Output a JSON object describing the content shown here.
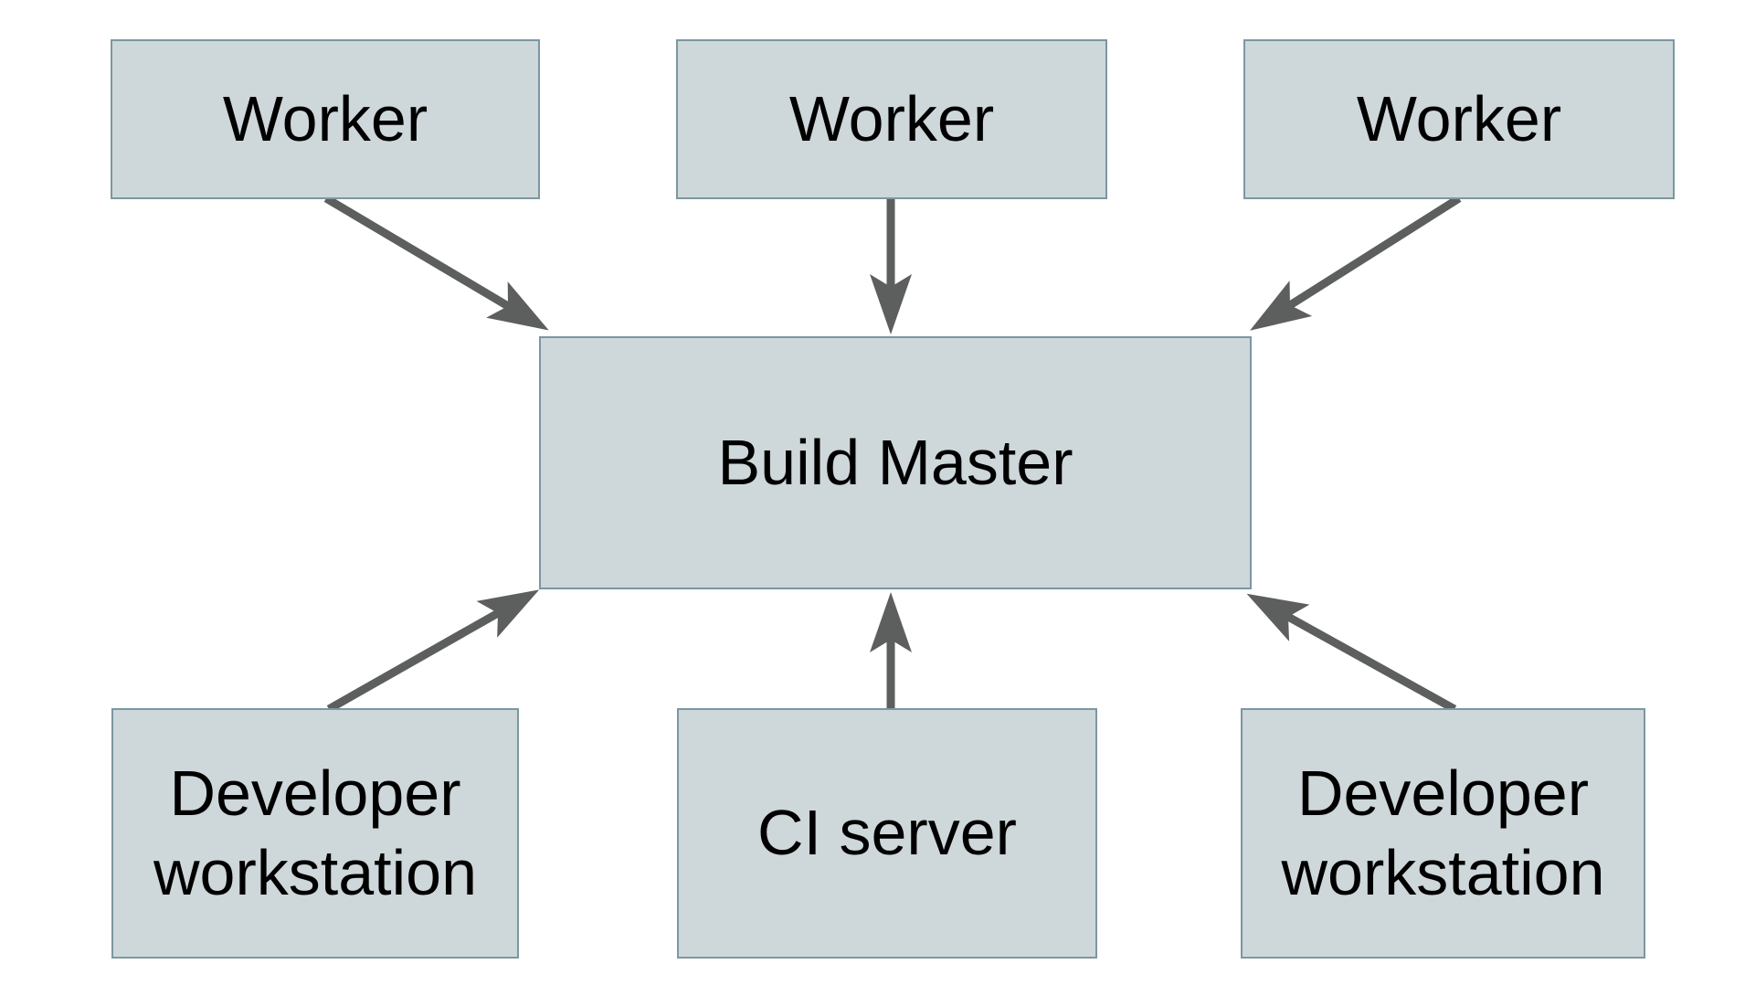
{
  "diagram": {
    "type": "architecture-diagram",
    "colors": {
      "node_fill": "#ced7d9",
      "node_border": "#7c97a1",
      "arrow": "#5d5e5e",
      "label_text": "#000000",
      "background": "#ffffff"
    },
    "nodes": [
      {
        "id": "worker-1",
        "label": "Worker"
      },
      {
        "id": "worker-2",
        "label": "Worker"
      },
      {
        "id": "worker-3",
        "label": "Worker"
      },
      {
        "id": "build-master",
        "label": "Build Master"
      },
      {
        "id": "developer-workstation-1",
        "label": "Developer workstation"
      },
      {
        "id": "ci-server",
        "label": "CI server"
      },
      {
        "id": "developer-workstation-2",
        "label": "Developer workstation"
      }
    ],
    "edges": [
      {
        "from": "worker-1",
        "to": "build-master",
        "direction": "down-right"
      },
      {
        "from": "worker-2",
        "to": "build-master",
        "direction": "down"
      },
      {
        "from": "worker-3",
        "to": "build-master",
        "direction": "down-left"
      },
      {
        "from": "developer-workstation-1",
        "to": "build-master",
        "direction": "up-right"
      },
      {
        "from": "ci-server",
        "to": "build-master",
        "direction": "up"
      },
      {
        "from": "developer-workstation-2",
        "to": "build-master",
        "direction": "up-left"
      }
    ]
  }
}
